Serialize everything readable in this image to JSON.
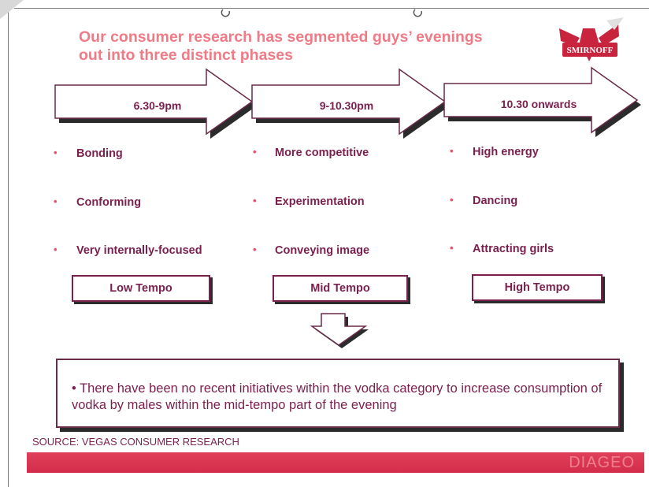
{
  "title_line1": "Our consumer research has segmented guys’ evenings",
  "title_line2": "out into three distinct phases",
  "logo_text": "SMIRNOFF",
  "phases": [
    {
      "time": "6.30-9pm",
      "bullets": [
        "Bonding",
        "Conforming",
        "Very internally-focused"
      ],
      "tempo": "Low Tempo"
    },
    {
      "time": "9-10.30pm",
      "bullets": [
        "More competitive",
        "Experimentation",
        "Conveying image"
      ],
      "tempo": "Mid Tempo"
    },
    {
      "time": "10.30 onwards",
      "bullets": [
        "High energy",
        "Dancing",
        "Attracting girls"
      ],
      "tempo": "High Tempo"
    }
  ],
  "bullet_symbol": "•",
  "conclusion": "• There have been no recent initiatives within the vodka category to increase consumption of vodka by males within the mid-tempo part of the evening",
  "source": "SOURCE: VEGAS CONSUMER RESEARCH",
  "footer_brand": "DIAGEO",
  "colors": {
    "title": "#f07a85",
    "text": "#7a1f4e",
    "footer": "#d32c4a",
    "bullet": "#e8506a"
  }
}
